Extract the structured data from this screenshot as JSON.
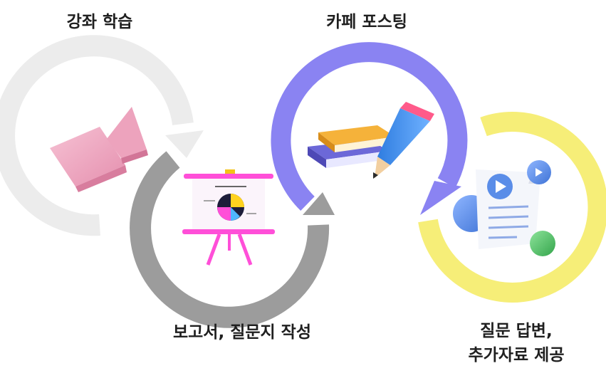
{
  "steps": [
    {
      "label": "강좌 학습",
      "icon": "video-camera-icon",
      "arrow_color": "#ececec"
    },
    {
      "label": "보고서, 질문지 작성",
      "icon": "presentation-board-icon",
      "arrow_color": "#9c9c9c"
    },
    {
      "label": "카페 포스팅",
      "icon": "books-pencil-icon",
      "arrow_color": "#8a83f2"
    },
    {
      "label": "질문 답변,",
      "label_line2": "추가자료 제공",
      "icon": "document-video-icon",
      "arrow_color": "#f6ee78"
    }
  ],
  "colors": {
    "pink": "#eda3bd",
    "magenta": "#ff4fd8",
    "blue": "#5a8de8",
    "orange": "#f2a51c",
    "green": "#56c26c"
  }
}
